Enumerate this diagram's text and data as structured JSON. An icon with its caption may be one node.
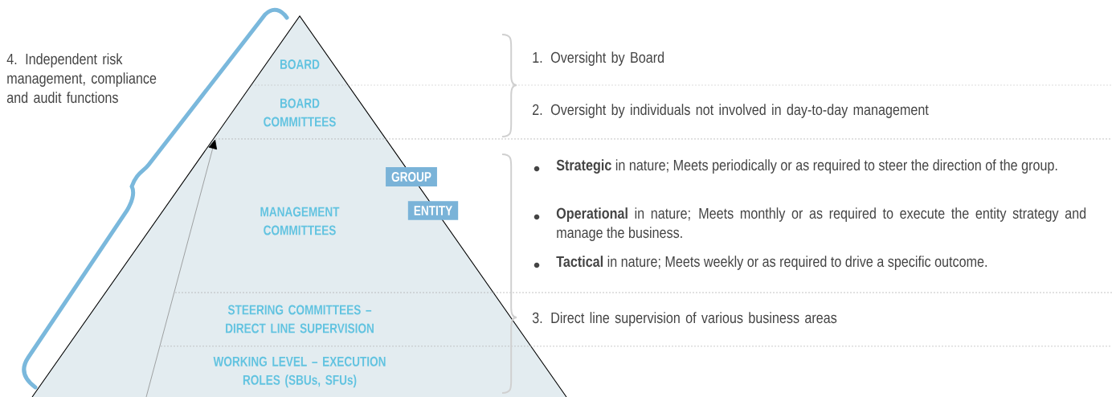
{
  "diagram": {
    "nodes": [
      {
        "text": [
          "BOARD"
        ]
      },
      {
        "text": [
          "BOARD COMMITTEES"
        ]
      },
      {
        "text": [
          "MANAGEMENT COMMITTEES"
        ]
      },
      {
        "text": [
          "STEERING COMMITTEES – DIRECT LINE SUPERVISION"
        ]
      },
      {
        "text": [
          "WORKING LEVEL – EXECUTION ROLES (SBUs, SFUs)"
        ]
      },
      {
        "text": [
          "GROUP"
        ]
      },
      {
        "text": [
          "ENTITY"
        ]
      }
    ],
    "edges": [
      {
        "from": null,
        "to": 1,
        "arrow": "to"
      }
    ],
    "labels": [
      "4. Independent risk management, compliance and audit functions",
      "1. Oversight by Board",
      "2. Oversight by individuals not involved in day-to-day management",
      "**Strategic** in nature; Meets periodically or as required to steer the direction of the group.",
      "**Operational** in nature; Meets monthly or as required to execute the entity strategy and manage the business.",
      "**Tactical** in nature; Meets weekly or as required to drive a specific outcome.",
      "3. Direct line supervision of various business areas"
    ]
  }
}
